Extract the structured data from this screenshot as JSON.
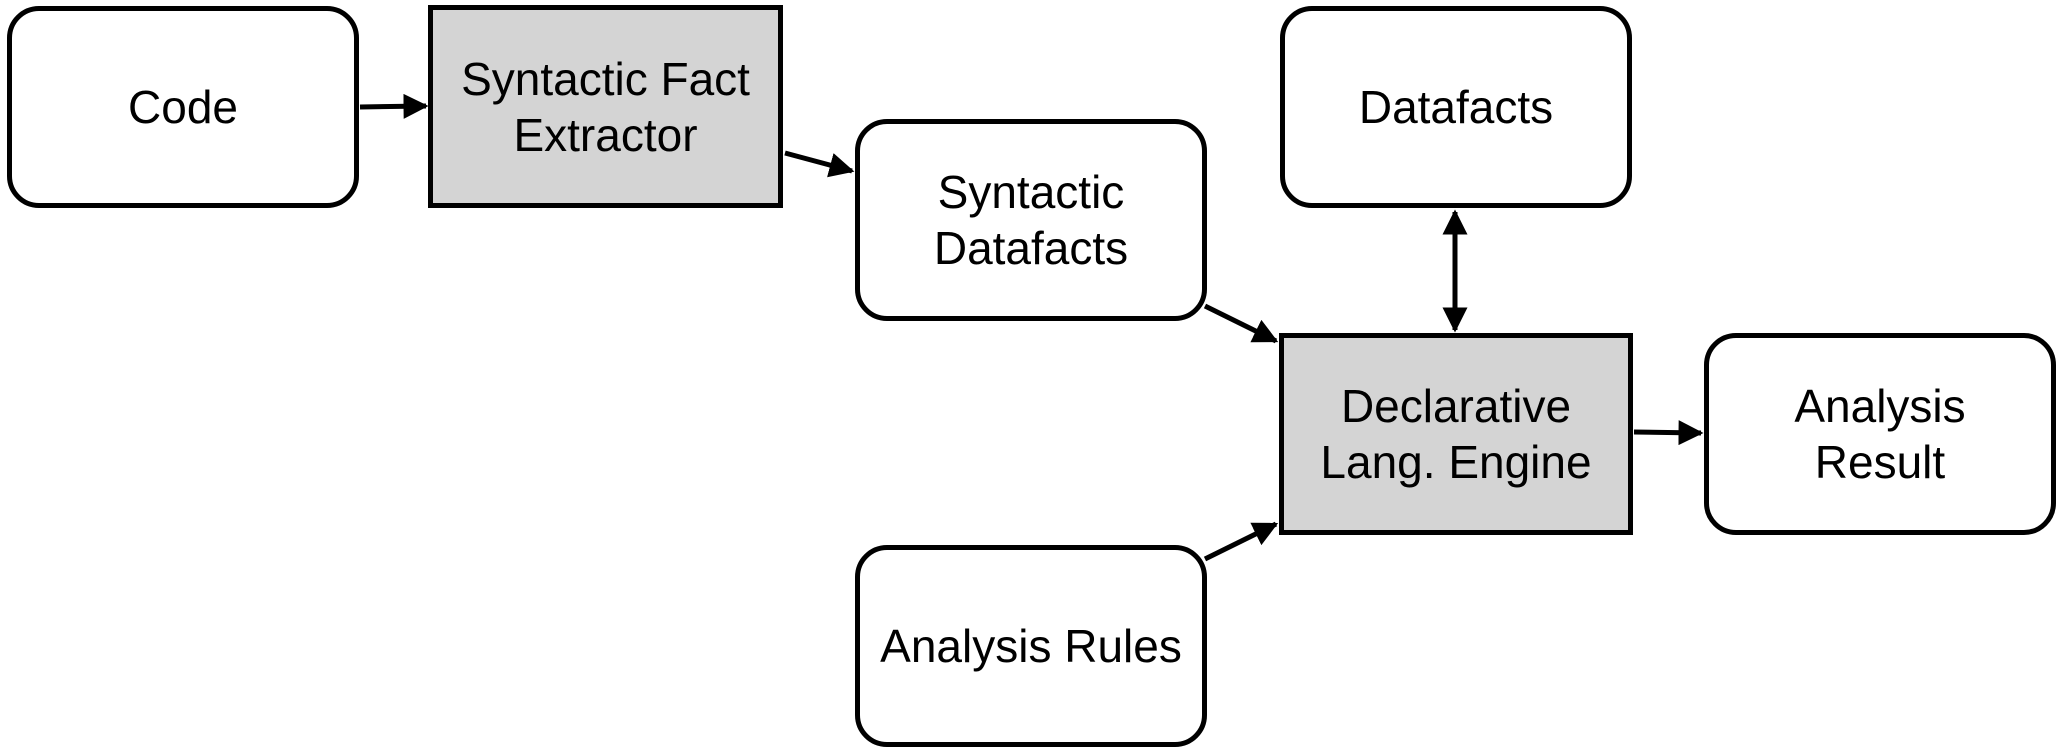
{
  "diagram": {
    "nodes": {
      "code": {
        "lines": [
          "Code"
        ],
        "style": "rounded"
      },
      "extractor": {
        "lines": [
          "Syntactic Fact",
          "Extractor"
        ],
        "style": "process"
      },
      "syntactic_datafacts": {
        "lines": [
          "Syntactic",
          "Datafacts"
        ],
        "style": "rounded"
      },
      "datafacts": {
        "lines": [
          "Datafacts"
        ],
        "style": "rounded"
      },
      "engine": {
        "lines": [
          "Declarative",
          "Lang. Engine"
        ],
        "style": "process"
      },
      "result": {
        "lines": [
          "Analysis",
          "Result"
        ],
        "style": "rounded"
      },
      "rules": {
        "lines": [
          "Analysis Rules"
        ],
        "style": "rounded"
      }
    },
    "edges": [
      {
        "from": "Code",
        "to": "Syntactic Fact Extractor",
        "direction": "forward"
      },
      {
        "from": "Syntactic Fact Extractor",
        "to": "Syntactic Datafacts",
        "direction": "forward"
      },
      {
        "from": "Syntactic Datafacts",
        "to": "Declarative Lang. Engine",
        "direction": "forward"
      },
      {
        "from": "Analysis Rules",
        "to": "Declarative Lang. Engine",
        "direction": "forward"
      },
      {
        "from": "Datafacts",
        "to": "Declarative Lang. Engine",
        "direction": "both"
      },
      {
        "from": "Declarative Lang. Engine",
        "to": "Analysis Result",
        "direction": "forward"
      }
    ],
    "colors": {
      "process_fill": "#d4d4d4",
      "node_fill": "#ffffff",
      "stroke": "#000000"
    }
  }
}
